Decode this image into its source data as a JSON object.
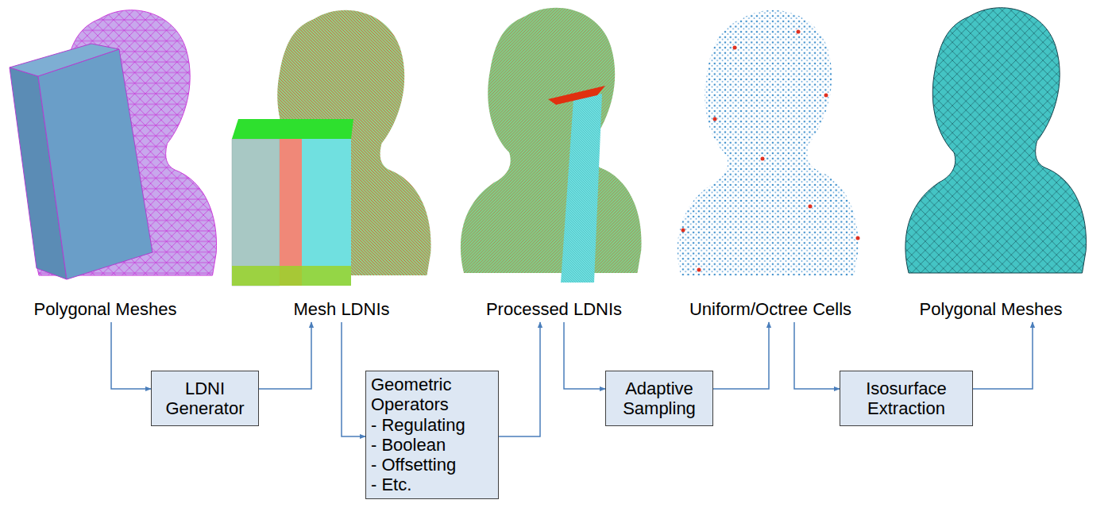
{
  "diagram": {
    "nodes": [
      {
        "text": [
          "Polygonal Meshes"
        ]
      },
      {
        "text": [
          "Mesh LDNIs"
        ]
      },
      {
        "text": [
          "Processed LDNIs"
        ]
      },
      {
        "text": [
          "Uniform/Octree Cells"
        ]
      },
      {
        "text": [
          "Polygonal Meshes"
        ]
      },
      {
        "text": [
          "LDNI Generator"
        ]
      },
      {
        "text": [
          "Geometric Operators",
          "- Regulating",
          "- Boolean",
          "- Offsetting",
          "- Etc."
        ]
      },
      {
        "text": [
          "Adaptive Sampling"
        ]
      },
      {
        "text": [
          "Isosurface Extraction"
        ]
      }
    ],
    "edges": [
      {
        "from": 0,
        "to": 5,
        "arrow": "to"
      },
      {
        "from": 5,
        "to": 1,
        "arrow": "to"
      },
      {
        "from": 1,
        "to": 6,
        "arrow": "to"
      },
      {
        "from": 6,
        "to": 2,
        "arrow": "to"
      },
      {
        "from": 2,
        "to": 7,
        "arrow": "to"
      },
      {
        "from": 7,
        "to": 3,
        "arrow": "to"
      },
      {
        "from": 3,
        "to": 8,
        "arrow": "to"
      },
      {
        "from": 8,
        "to": 4,
        "arrow": "to"
      }
    ]
  }
}
